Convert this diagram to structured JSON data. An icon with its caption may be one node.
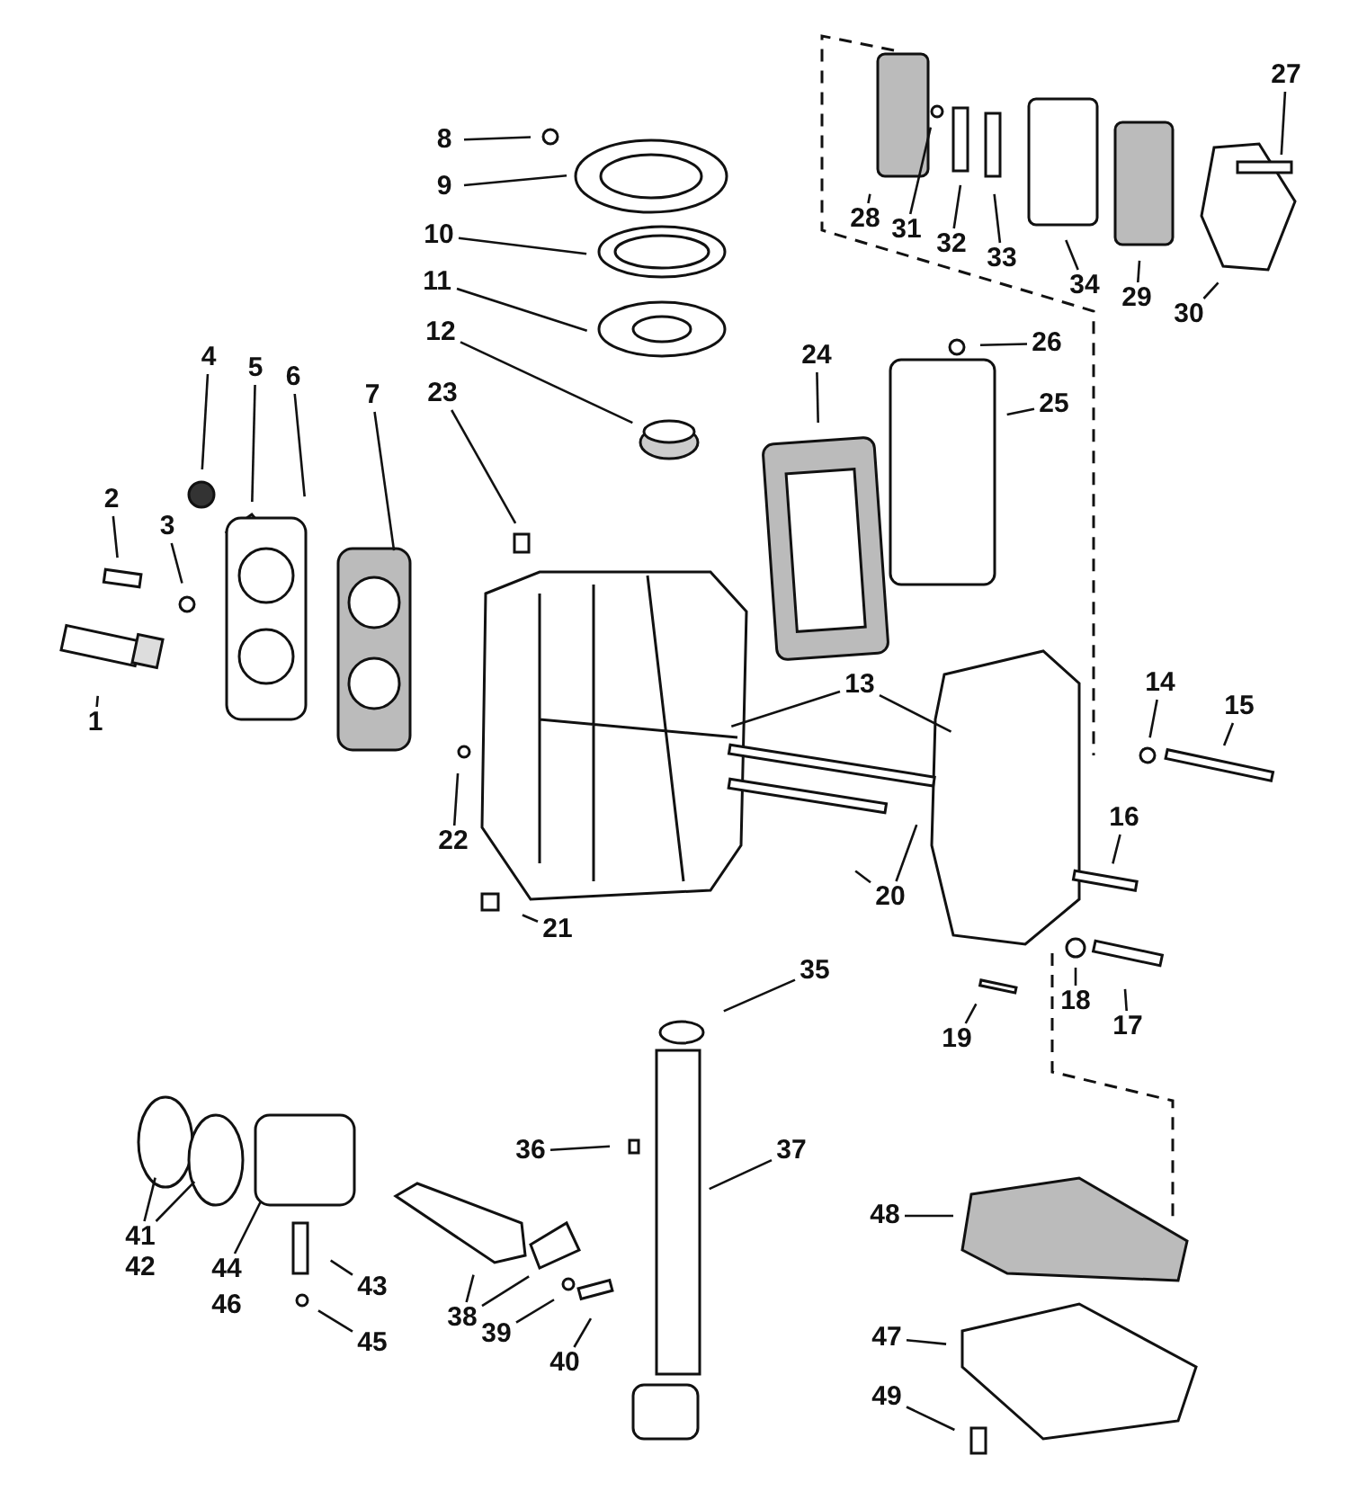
{
  "diagram": {
    "nodes": [
      {
        "text": [
          "1"
        ]
      },
      {
        "text": [
          "2"
        ]
      },
      {
        "text": [
          "3"
        ]
      },
      {
        "text": [
          "4"
        ]
      },
      {
        "text": [
          "5"
        ]
      },
      {
        "text": [
          "6"
        ]
      },
      {
        "text": [
          "7"
        ]
      },
      {
        "text": [
          "8"
        ]
      },
      {
        "text": [
          "9"
        ]
      },
      {
        "text": [
          "10"
        ]
      },
      {
        "text": [
          "11"
        ]
      },
      {
        "text": [
          "12"
        ]
      },
      {
        "text": [
          "23"
        ]
      },
      {
        "text": [
          "22"
        ]
      },
      {
        "text": [
          "21"
        ]
      },
      {
        "text": [
          "24"
        ]
      },
      {
        "text": [
          "25"
        ]
      },
      {
        "text": [
          "26"
        ]
      },
      {
        "text": [
          "27"
        ]
      },
      {
        "text": [
          "28"
        ]
      },
      {
        "text": [
          "31"
        ]
      },
      {
        "text": [
          "32"
        ]
      },
      {
        "text": [
          "33"
        ]
      },
      {
        "text": [
          "34"
        ]
      },
      {
        "text": [
          "29"
        ]
      },
      {
        "text": [
          "30"
        ]
      },
      {
        "text": [
          "13"
        ]
      },
      {
        "text": [
          "14"
        ]
      },
      {
        "text": [
          "15"
        ]
      },
      {
        "text": [
          "16"
        ]
      },
      {
        "text": [
          "20"
        ]
      },
      {
        "text": [
          "18"
        ]
      },
      {
        "text": [
          "17"
        ]
      },
      {
        "text": [
          "19"
        ]
      },
      {
        "text": [
          "35"
        ]
      },
      {
        "text": [
          "36"
        ]
      },
      {
        "text": [
          "37"
        ]
      },
      {
        "text": [
          "48"
        ]
      },
      {
        "text": [
          "41"
        ]
      },
      {
        "text": [
          "44"
        ]
      },
      {
        "text": [
          "43"
        ]
      },
      {
        "text": [
          "45"
        ]
      },
      {
        "text": [
          "38"
        ]
      },
      {
        "text": [
          "39"
        ]
      },
      {
        "text": [
          "40"
        ]
      },
      {
        "text": [
          "47"
        ]
      },
      {
        "text": [
          "49"
        ]
      }
    ],
    "edges": [
      {
        "from": 0,
        "to": null,
        "arrow": "none"
      },
      {
        "from": 1,
        "to": null,
        "arrow": "none"
      },
      {
        "from": 2,
        "to": null,
        "arrow": "none"
      },
      {
        "from": 3,
        "to": null,
        "arrow": "none"
      },
      {
        "from": 4,
        "to": null,
        "arrow": "none"
      },
      {
        "from": 5,
        "to": null,
        "arrow": "none"
      },
      {
        "from": 6,
        "to": null,
        "arrow": "none"
      },
      {
        "from": 7,
        "to": null,
        "arrow": "none"
      },
      {
        "from": 8,
        "to": null,
        "arrow": "none"
      },
      {
        "from": 9,
        "to": null,
        "arrow": "none"
      },
      {
        "from": 10,
        "to": null,
        "arrow": "none"
      },
      {
        "from": 11,
        "to": null,
        "arrow": "none"
      },
      {
        "from": 12,
        "to": null,
        "arrow": "none"
      },
      {
        "from": 13,
        "to": null,
        "arrow": "none"
      },
      {
        "from": 14,
        "to": null,
        "arrow": "none"
      },
      {
        "from": 15,
        "to": null,
        "arrow": "none"
      },
      {
        "from": 16,
        "to": null,
        "arrow": "none"
      },
      {
        "from": 17,
        "to": null,
        "arrow": "none"
      },
      {
        "from": 18,
        "to": null,
        "arrow": "none"
      },
      {
        "from": 19,
        "to": null,
        "arrow": "none"
      },
      {
        "from": 20,
        "to": null,
        "arrow": "none"
      },
      {
        "from": 21,
        "to": null,
        "arrow": "none"
      },
      {
        "from": 22,
        "to": null,
        "arrow": "none"
      },
      {
        "from": 23,
        "to": null,
        "arrow": "none"
      },
      {
        "from": 24,
        "to": null,
        "arrow": "none"
      },
      {
        "from": 25,
        "to": null,
        "arrow": "none"
      },
      {
        "from": 26,
        "to": null,
        "arrow": "none"
      },
      {
        "from": 26,
        "to": null,
        "arrow": "none"
      },
      {
        "from": 27,
        "to": null,
        "arrow": "none"
      },
      {
        "from": 28,
        "to": null,
        "arrow": "none"
      },
      {
        "from": 29,
        "to": null,
        "arrow": "none"
      },
      {
        "from": 30,
        "to": null,
        "arrow": "none"
      },
      {
        "from": 30,
        "to": null,
        "arrow": "none"
      },
      {
        "from": 31,
        "to": null,
        "arrow": "none"
      },
      {
        "from": 32,
        "to": null,
        "arrow": "none"
      },
      {
        "from": 33,
        "to": null,
        "arrow": "none"
      },
      {
        "from": 34,
        "to": null,
        "arrow": "none"
      },
      {
        "from": 35,
        "to": null,
        "arrow": "none"
      },
      {
        "from": 36,
        "to": null,
        "arrow": "none"
      },
      {
        "from": 37,
        "to": null,
        "arrow": "none"
      },
      {
        "from": 38,
        "to": null,
        "arrow": "none"
      },
      {
        "from": 38,
        "to": null,
        "arrow": "none"
      },
      {
        "from": 39,
        "to": null,
        "arrow": "none"
      },
      {
        "from": 40,
        "to": null,
        "arrow": "none"
      },
      {
        "from": 41,
        "to": null,
        "arrow": "none"
      },
      {
        "from": 42,
        "to": null,
        "arrow": "none"
      },
      {
        "from": 42,
        "to": null,
        "arrow": "none"
      },
      {
        "from": 43,
        "to": null,
        "arrow": "none"
      },
      {
        "from": 44,
        "to": null,
        "arrow": "none"
      },
      {
        "from": 45,
        "to": null,
        "arrow": "none"
      },
      {
        "from": 46,
        "to": null,
        "arrow": "none"
      }
    ],
    "labels": [
      "42",
      "46"
    ]
  }
}
